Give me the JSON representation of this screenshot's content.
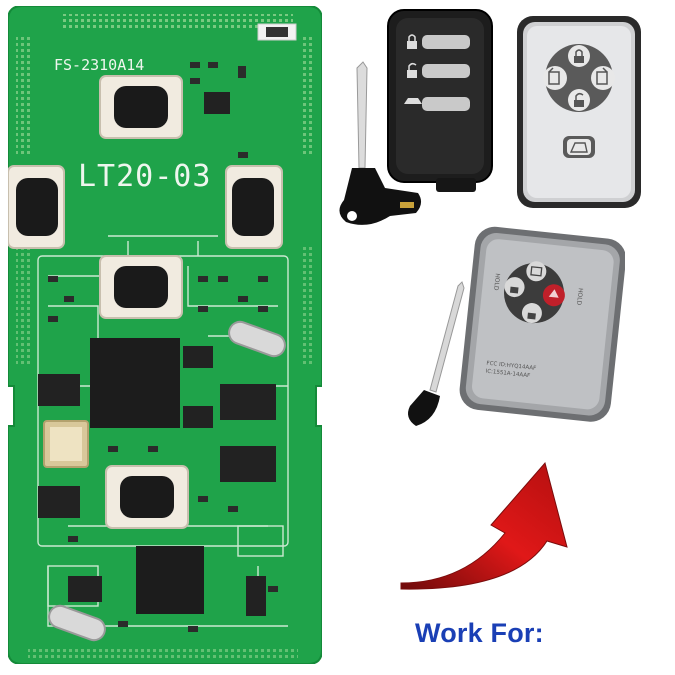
{
  "pcb": {
    "model_label": "FS-2310A14",
    "board_label": "LT20-03"
  },
  "remote_gray": {
    "left_label": "HOLD",
    "right_label": "HOLD",
    "fcc_line1": "FCC ID:HYQ14AAF",
    "fcc_line2": "IC:1551A-14AAF"
  },
  "caption": "Work For:",
  "colors": {
    "pcb_green": "#1fa34a",
    "caption_blue": "#1a3fb5",
    "arrow_red": "#d81515"
  },
  "icons": {
    "lock": "lock-icon",
    "unlock": "unlock-icon",
    "trunk": "car-trunk-icon",
    "door": "sliding-door-icon",
    "panic": "panic-icon"
  }
}
